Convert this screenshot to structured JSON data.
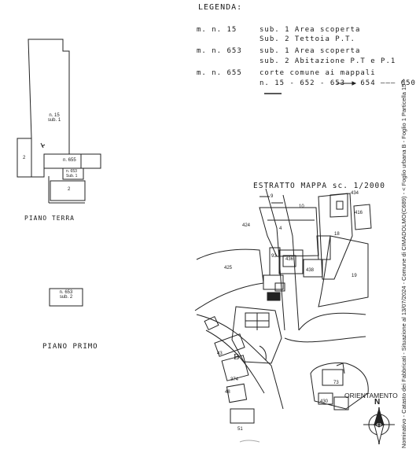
{
  "legend": {
    "title": "LEGENDA:",
    "rows": [
      {
        "ref": "m. n. 15",
        "text": "sub. 1   Area scoperta"
      },
      {
        "ref": "",
        "text": "Sub. 2   Tettoia      P.T."
      },
      {
        "ref": "m. n. 653",
        "text": "sub. 1   Area scoperta"
      },
      {
        "ref": "",
        "text": "sub. 2   Abitazione  P.T e P.1"
      },
      {
        "ref": "m. n. 655",
        "text": "corte comune ai mappali"
      },
      {
        "ref": "",
        "text": "n. 15 - 652 - 653 - 654 ——— 650"
      }
    ]
  },
  "plan_terra": {
    "label": "PIANO TERRA",
    "main_parcel": {
      "line1": "n. 15",
      "line2": "sub. 1"
    },
    "left_box": "2",
    "corridor": "n. 655",
    "small": {
      "line1": "n. 653",
      "line2": "Sub. 1"
    },
    "lower_box": "2"
  },
  "plan_primo": {
    "label": "PIANO PRIMO",
    "box": {
      "line1": "n. 653",
      "line2": "sub. 2"
    }
  },
  "map": {
    "title": "ESTRATTO MAPPA  sc. 1/2000",
    "numbers": [
      "9",
      "10",
      "4",
      "434",
      "416",
      "18",
      "424",
      "425",
      "93",
      "436",
      "438",
      "19",
      "43",
      "374",
      "48",
      "51",
      "430",
      "73"
    ],
    "letter": "B"
  },
  "orientation": {
    "label": "ORIENTAMENTO",
    "north": "N"
  },
  "vertical_text": "Nominativo - Catasto dei Fabbricati - Situazione al 13/07/2024 - Comune di CIMADOLMO(C689) - < Foglio urbana B - Foglio 1 Particella 15 >"
}
